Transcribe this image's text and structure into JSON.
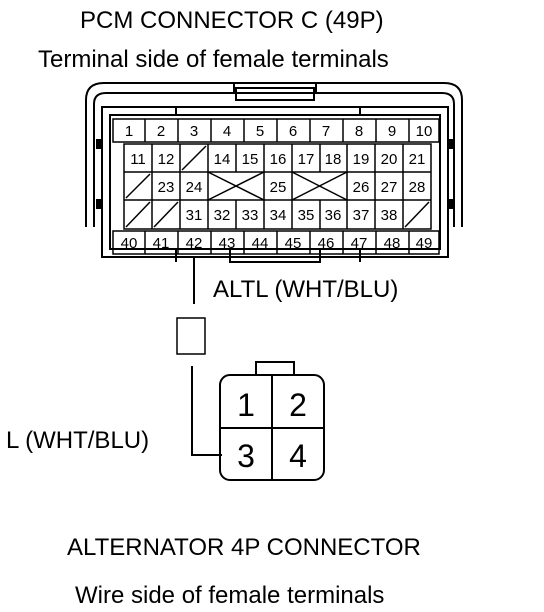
{
  "pcm_connector": {
    "title": "PCM CONNECTOR C (49P)",
    "subtitle": "Terminal side of female terminals",
    "rows": [
      [
        "1",
        "2",
        "3",
        "4",
        "5",
        "6",
        "7",
        "8",
        "9",
        "10"
      ],
      [
        "11",
        "12",
        "",
        "14",
        "15",
        "16",
        "17",
        "18",
        "19",
        "20",
        "21"
      ],
      [
        "",
        "23",
        "24",
        "",
        "",
        "25",
        "",
        "",
        "26",
        "27",
        "28"
      ],
      [
        "",
        "",
        "31",
        "32",
        "33",
        "34",
        "35",
        "36",
        "37",
        "38",
        ""
      ],
      [
        "40",
        "41",
        "42",
        "43",
        "44",
        "45",
        "46",
        "47",
        "48",
        "49"
      ]
    ]
  },
  "wire_label_top": "ALTL (WHT/BLU)",
  "wire_label_left": "L (WHT/BLU)",
  "alternator_connector": {
    "terminals": [
      "1",
      "2",
      "3",
      "4"
    ],
    "title": "ALTERNATOR 4P CONNECTOR",
    "subtitle": "Wire side of female terminals"
  }
}
